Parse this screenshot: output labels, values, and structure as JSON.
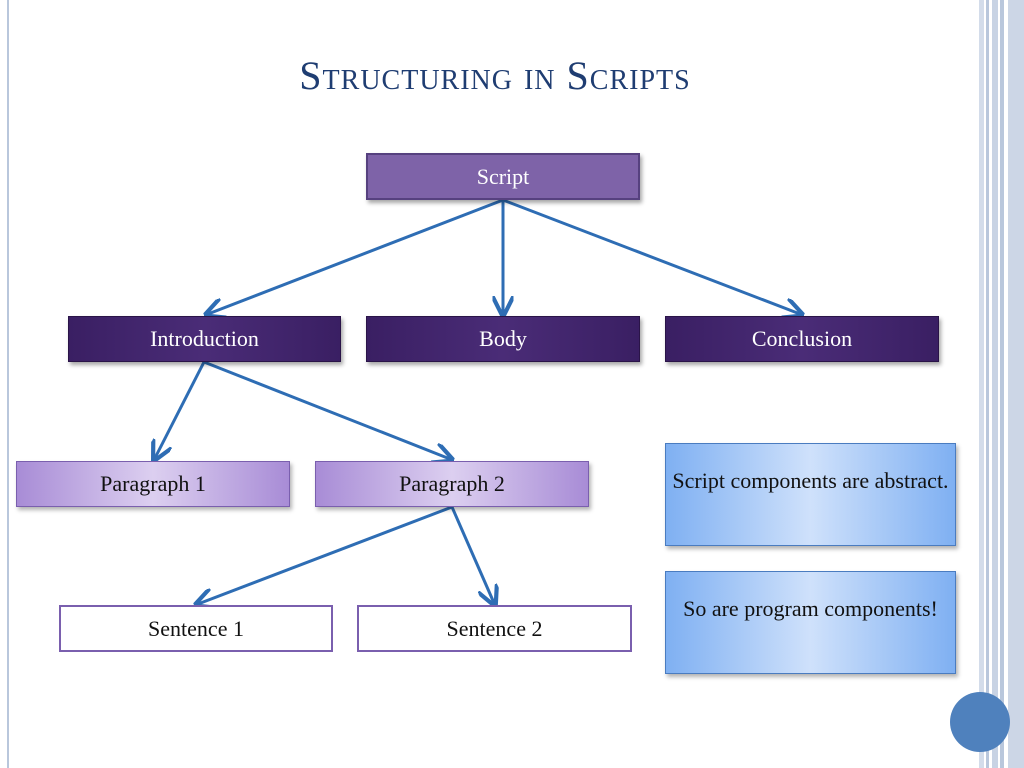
{
  "slide": {
    "title": "Structuring in Scripts"
  },
  "diagram": {
    "root": "Script",
    "sections": [
      "Introduction",
      "Body",
      "Conclusion"
    ],
    "paragraphs": [
      "Paragraph 1",
      "Paragraph 2"
    ],
    "sentences": [
      "Sentence 1",
      "Sentence 2"
    ]
  },
  "notes": [
    "Script components are abstract.",
    "So are program components!"
  ],
  "colors": {
    "title": "#1f3d72",
    "connector": "#2e6db4",
    "accent_dot": "#4f81bd"
  }
}
